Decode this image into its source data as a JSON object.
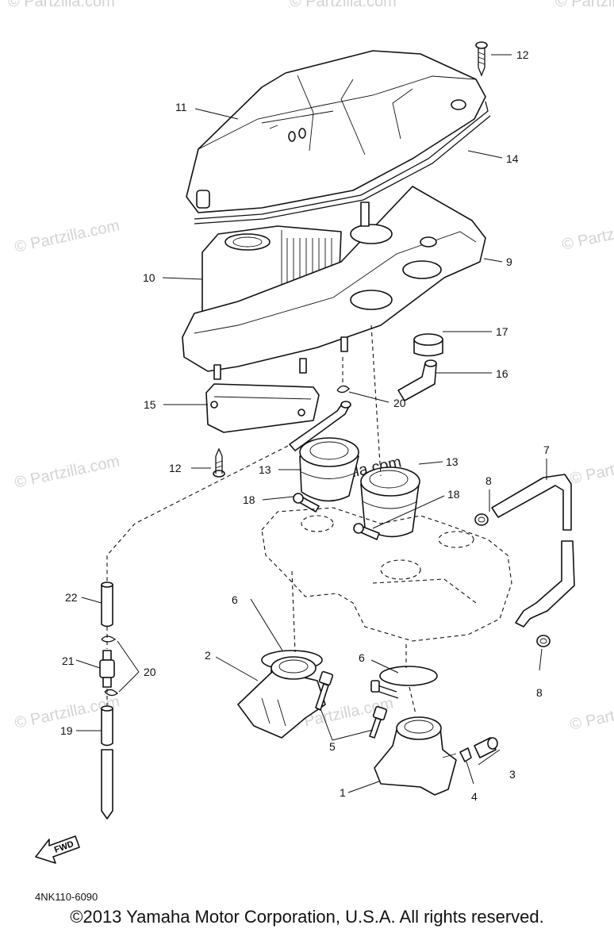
{
  "watermark": "© Partzilla.com",
  "watermark_center": "Partzilla.com",
  "diagram_code": "4NK110-6090",
  "fwd_label": "FWD",
  "copyright": "©2013 Yamaha Motor Corporation, U.S.A. All rights reserved.",
  "callouts": {
    "c1": "1",
    "c2": "2",
    "c3": "3",
    "c4": "4",
    "c5": "5",
    "c6a": "6",
    "c6b": "6",
    "c7": "7",
    "c8a": "8",
    "c8b": "8",
    "c9": "9",
    "c10": "10",
    "c11": "11",
    "c12a": "12",
    "c12b": "12",
    "c13a": "13",
    "c13b": "13",
    "c14": "14",
    "c15": "15",
    "c16": "16",
    "c17": "17",
    "c18a": "18",
    "c18b": "18",
    "c19": "19",
    "c20a": "20",
    "c20b": "20",
    "c21": "21",
    "c22": "22"
  }
}
